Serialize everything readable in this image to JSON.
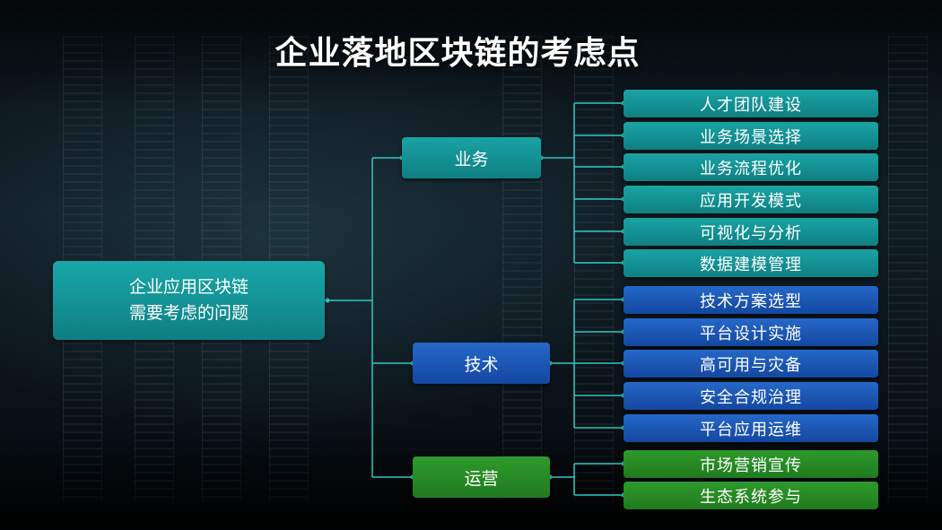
{
  "title": "企业落地区块链的考虑点",
  "root": {
    "line1": "企业应用区块链",
    "line2": "需要考虑的问题"
  },
  "branches": [
    {
      "label": "业务",
      "color": "#138e90",
      "items": [
        "人才团队建设",
        "业务场景选择",
        "业务流程优化",
        "应用开发模式",
        "可视化与分析",
        "数据建模管理"
      ]
    },
    {
      "label": "技术",
      "color": "#1a55b5",
      "items": [
        "技术方案选型",
        "平台设计实施",
        "高可用与灾备",
        "安全合规治理",
        "平台应用运维"
      ]
    },
    {
      "label": "运营",
      "color": "#268a24",
      "items": [
        "市场营销宣传",
        "生态系统参与"
      ]
    }
  ],
  "colors": {
    "connector": "#2fc7c0",
    "title": "#ffffff"
  }
}
